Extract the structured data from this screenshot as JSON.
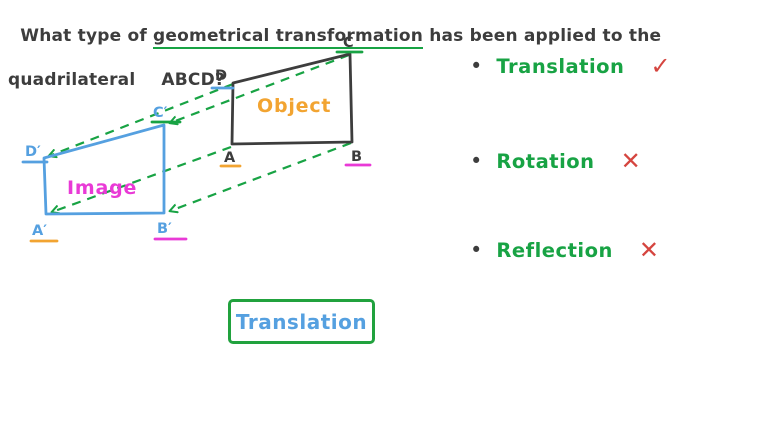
{
  "question": {
    "line1_pre": "What type of ",
    "line1_underlined": "geometrical transformation",
    "line1_post": " has been applied to the",
    "line2_word": "quadrilateral",
    "line2_rest": "ABCD?"
  },
  "diagram": {
    "object_label": "Object",
    "image_label": "Image",
    "object_vertices": {
      "d": "D",
      "c": "C",
      "a": "A",
      "b": "B"
    },
    "image_vertices": {
      "d": "D′",
      "c": "C′",
      "a": "A′",
      "b": "B′"
    }
  },
  "options": [
    {
      "label": "Translation",
      "mark": "✓",
      "result": "correct"
    },
    {
      "label": "Rotation",
      "mark": "✕",
      "result": "incorrect"
    },
    {
      "label": "Reflection",
      "mark": "✕",
      "result": "incorrect"
    }
  ],
  "answer_box": {
    "label": "Translation"
  },
  "colors": {
    "ink": "#3d3d3d",
    "green": "#18a344",
    "red": "#d5453f",
    "blue": "#55a0e0",
    "magenta": "#e93ad6",
    "orange": "#f2a431"
  }
}
